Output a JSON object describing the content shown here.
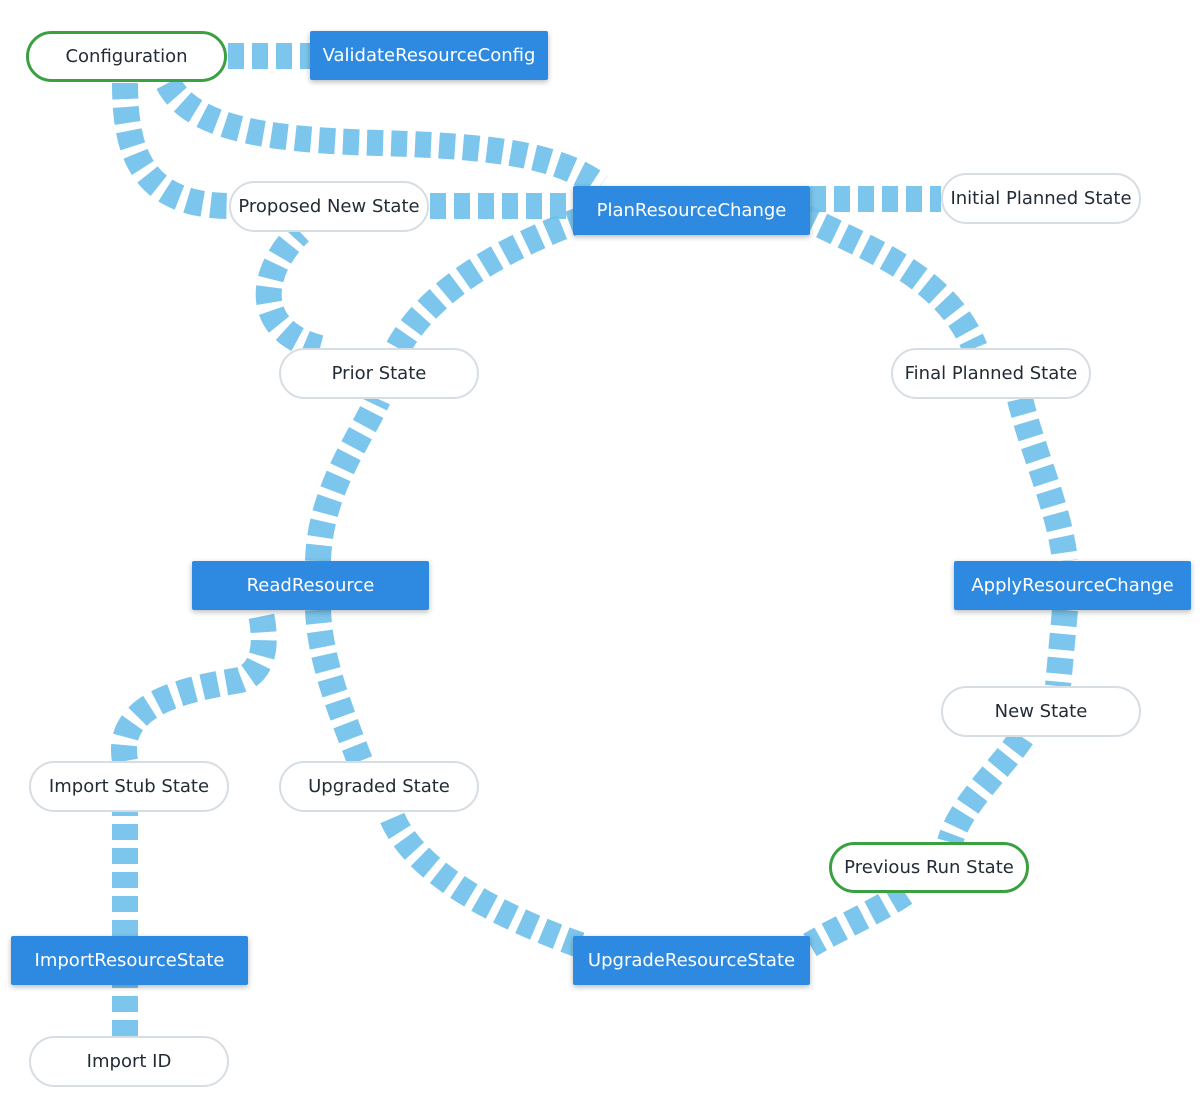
{
  "colors": {
    "arrow": "#6ebfea",
    "rpc_fill": "#2e8ae0",
    "rpc_text": "#ffffff",
    "state_border": "#d6dde3",
    "start_state_border": "#3aa141",
    "state_text": "#222b36"
  },
  "nodes": {
    "configuration": "Configuration",
    "validate_resource_config": "ValidateResourceConfig",
    "proposed_new_state": "Proposed New State",
    "plan_resource_change": "PlanResourceChange",
    "initial_planned_state": "Initial Planned State",
    "prior_state": "Prior State",
    "final_planned_state": "Final Planned State",
    "read_resource": "ReadResource",
    "apply_resource_change": "ApplyResourceChange",
    "new_state": "New State",
    "import_stub_state": "Import Stub State",
    "upgraded_state": "Upgraded State",
    "previous_run_state": "Previous Run State",
    "import_resource_state": "ImportResourceState",
    "upgrade_resource_state": "UpgradeResourceState",
    "import_id": "Import ID"
  }
}
